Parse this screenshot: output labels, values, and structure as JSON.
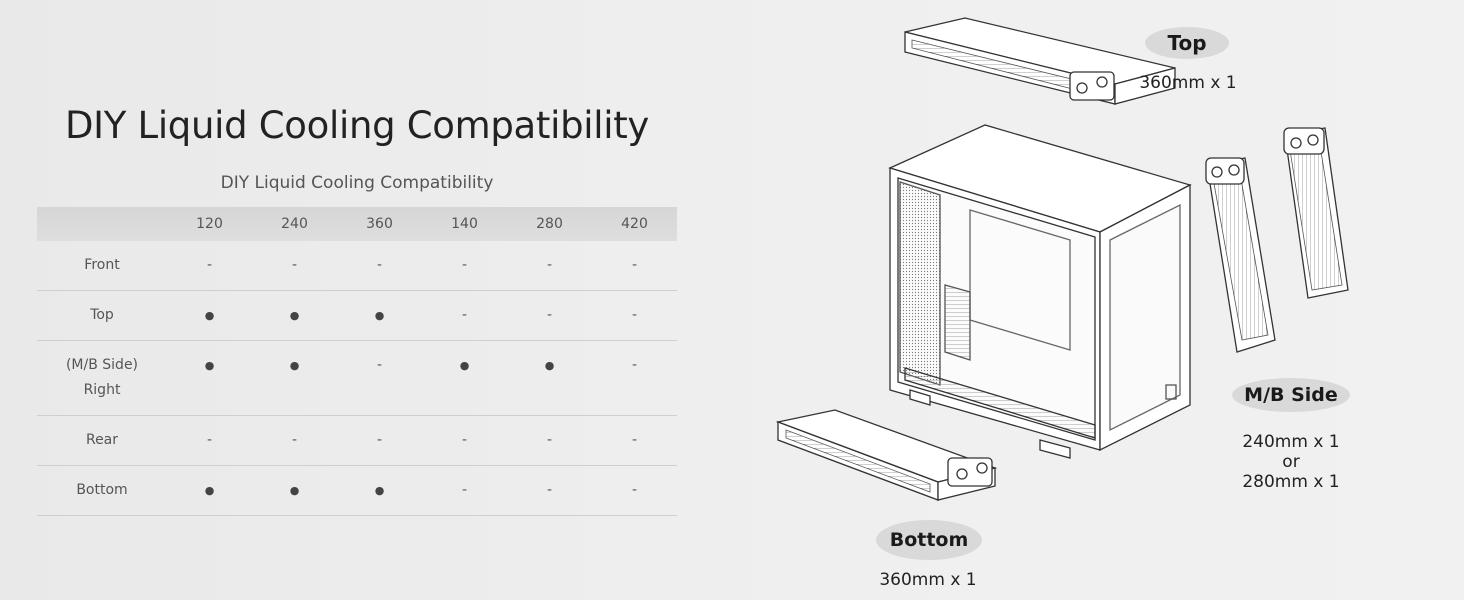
{
  "heading": "DIY Liquid Cooling Compatibility",
  "table": {
    "caption": "DIY Liquid Cooling Compatibility",
    "columns": [
      "120",
      "240",
      "360",
      "140",
      "280",
      "420"
    ],
    "rows": [
      {
        "label": "Front",
        "cells": [
          "-",
          "-",
          "-",
          "-",
          "-",
          "-"
        ]
      },
      {
        "label": "Top",
        "cells": [
          "●",
          "●",
          "●",
          "-",
          "-",
          "-"
        ]
      },
      {
        "label": "(M/B Side) Right",
        "cells": [
          "●",
          "●",
          "-",
          "●",
          "●",
          "-"
        ]
      },
      {
        "label": "Rear",
        "cells": [
          "-",
          "-",
          "-",
          "-",
          "-",
          "-"
        ]
      },
      {
        "label": "Bottom",
        "cells": [
          "●",
          "●",
          "●",
          "-",
          "-",
          "-"
        ]
      }
    ]
  },
  "diagram": {
    "top": {
      "title": "Top",
      "spec": "360mm x 1"
    },
    "side": {
      "title": "M/B Side",
      "spec_line1": "240mm x 1",
      "spec_or": "or",
      "spec_line2": "280mm x 1"
    },
    "bottom": {
      "title": "Bottom",
      "spec": "360mm x 1"
    }
  }
}
